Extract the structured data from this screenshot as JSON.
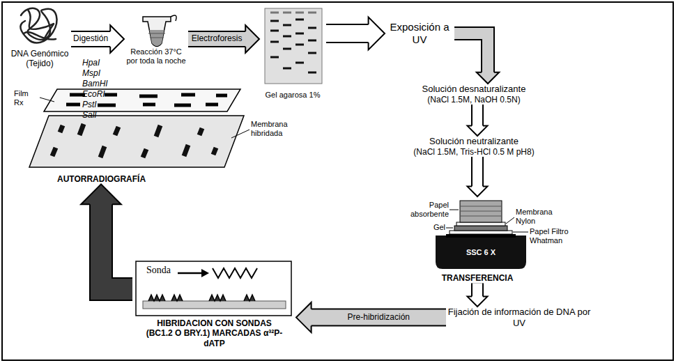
{
  "diagram": {
    "nodes": [
      {
        "text": [
          "DNA Genómico (Tejido)"
        ]
      },
      {
        "text": [
          "Reacción 37°C por toda la noche"
        ]
      },
      {
        "text": [
          "Gel agarosa 1%"
        ]
      },
      {
        "text": [
          "Exposición a UV"
        ]
      },
      {
        "text": [
          "Solución desnaturalizante",
          "(NaCl 1.5M, NaOH 0.5N)"
        ]
      },
      {
        "text": [
          "Solución neutralizante",
          "(NaCl 1.5M, Tris-HCl 0.5 M pH8)"
        ]
      },
      {
        "text": [
          "TRANSFERENCIA"
        ]
      },
      {
        "text": [
          "Fijación de información de DNA por UV"
        ]
      },
      {
        "text": [
          "Sonda",
          "HIBRIDACION CON SONDAS (BC1.2 O BRY.1) MARCADAS α³²P-dATP"
        ]
      },
      {
        "text": [
          "AUTORRADIOGRAFÍA"
        ]
      }
    ],
    "edges": [
      {
        "from": 0,
        "to": 1,
        "arrow": "to",
        "label": "Digestión"
      },
      {
        "from": 1,
        "to": 2,
        "arrow": "to",
        "label": "Electroforesis"
      },
      {
        "from": 2,
        "to": 3,
        "arrow": "to"
      },
      {
        "from": 3,
        "to": 4,
        "arrow": "to"
      },
      {
        "from": 4,
        "to": 5,
        "arrow": "to"
      },
      {
        "from": 5,
        "to": 6,
        "arrow": "to"
      },
      {
        "from": 6,
        "to": 7,
        "arrow": "to"
      },
      {
        "from": 7,
        "to": 8,
        "arrow": "to",
        "label": "Pre-hibridización"
      },
      {
        "from": 8,
        "to": 9,
        "arrow": "to"
      }
    ],
    "labels": [
      "HpaI",
      "MspI",
      "BamHI",
      "EcoRI",
      "PstI",
      "SalI",
      "Film Rx",
      "Membrana hibridada",
      "Papel absorbente",
      "Membrana Nylon",
      "Gel",
      "Papel Filtro Whatman",
      "SSC 6 X"
    ]
  }
}
